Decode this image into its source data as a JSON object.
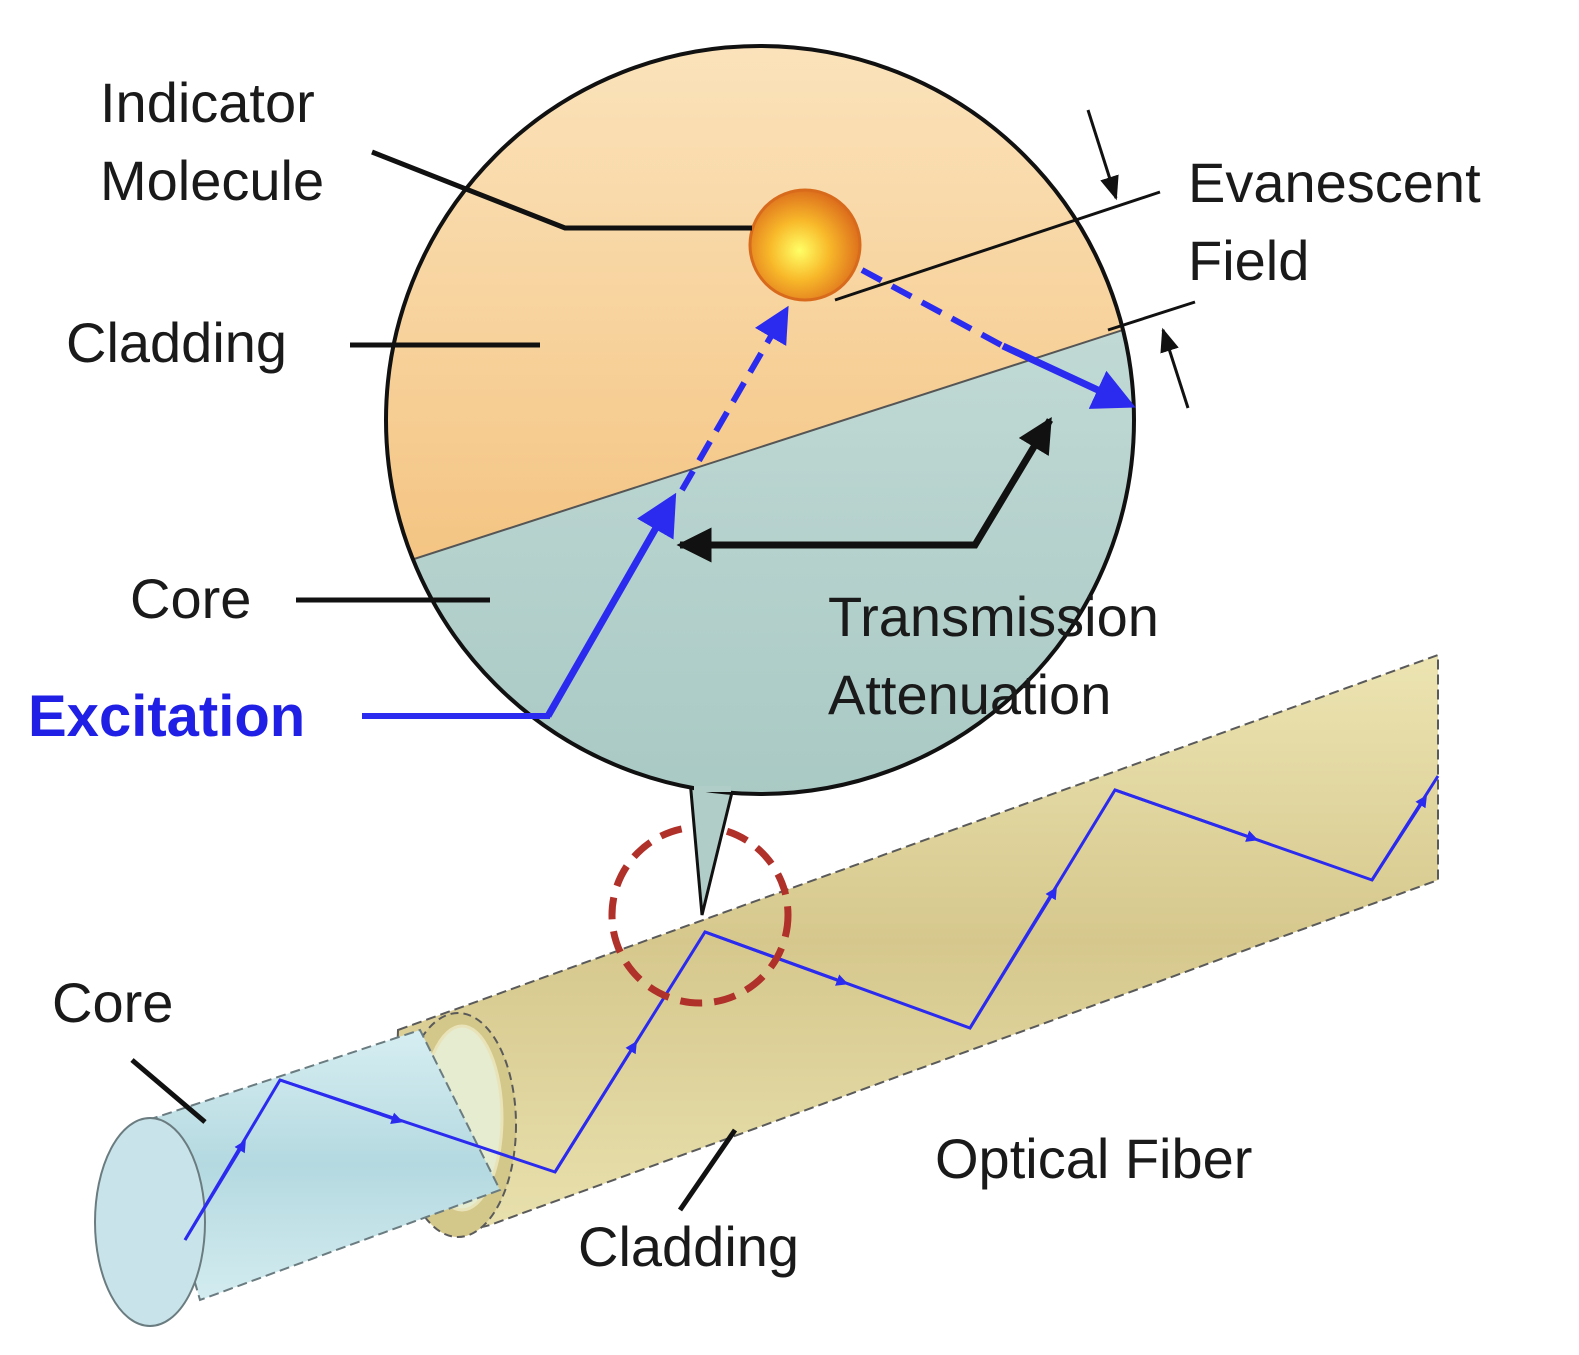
{
  "labels": {
    "indicator_line1": "Indicator",
    "indicator_line2": "Molecule",
    "evanescent_line1": "Evanescent",
    "evanescent_line2": "Field",
    "cladding_zoom": "Cladding",
    "core_zoom": "Core",
    "excitation": "Excitation",
    "transmission_line1": "Transmission",
    "transmission_line2": "Attenuation",
    "core_fiber": "Core",
    "cladding_fiber": "Cladding",
    "optical_fiber": "Optical Fiber"
  },
  "colors": {
    "light_ray": "#2b2bf0",
    "cladding_fill": "#f7cf8f",
    "core_fill": "#bcd8d3",
    "fiber_cladding": "#d9cc95",
    "fiber_core": "#bfe2e8",
    "focus_circle": "#b0302a",
    "molecule": "#f08a1c"
  }
}
